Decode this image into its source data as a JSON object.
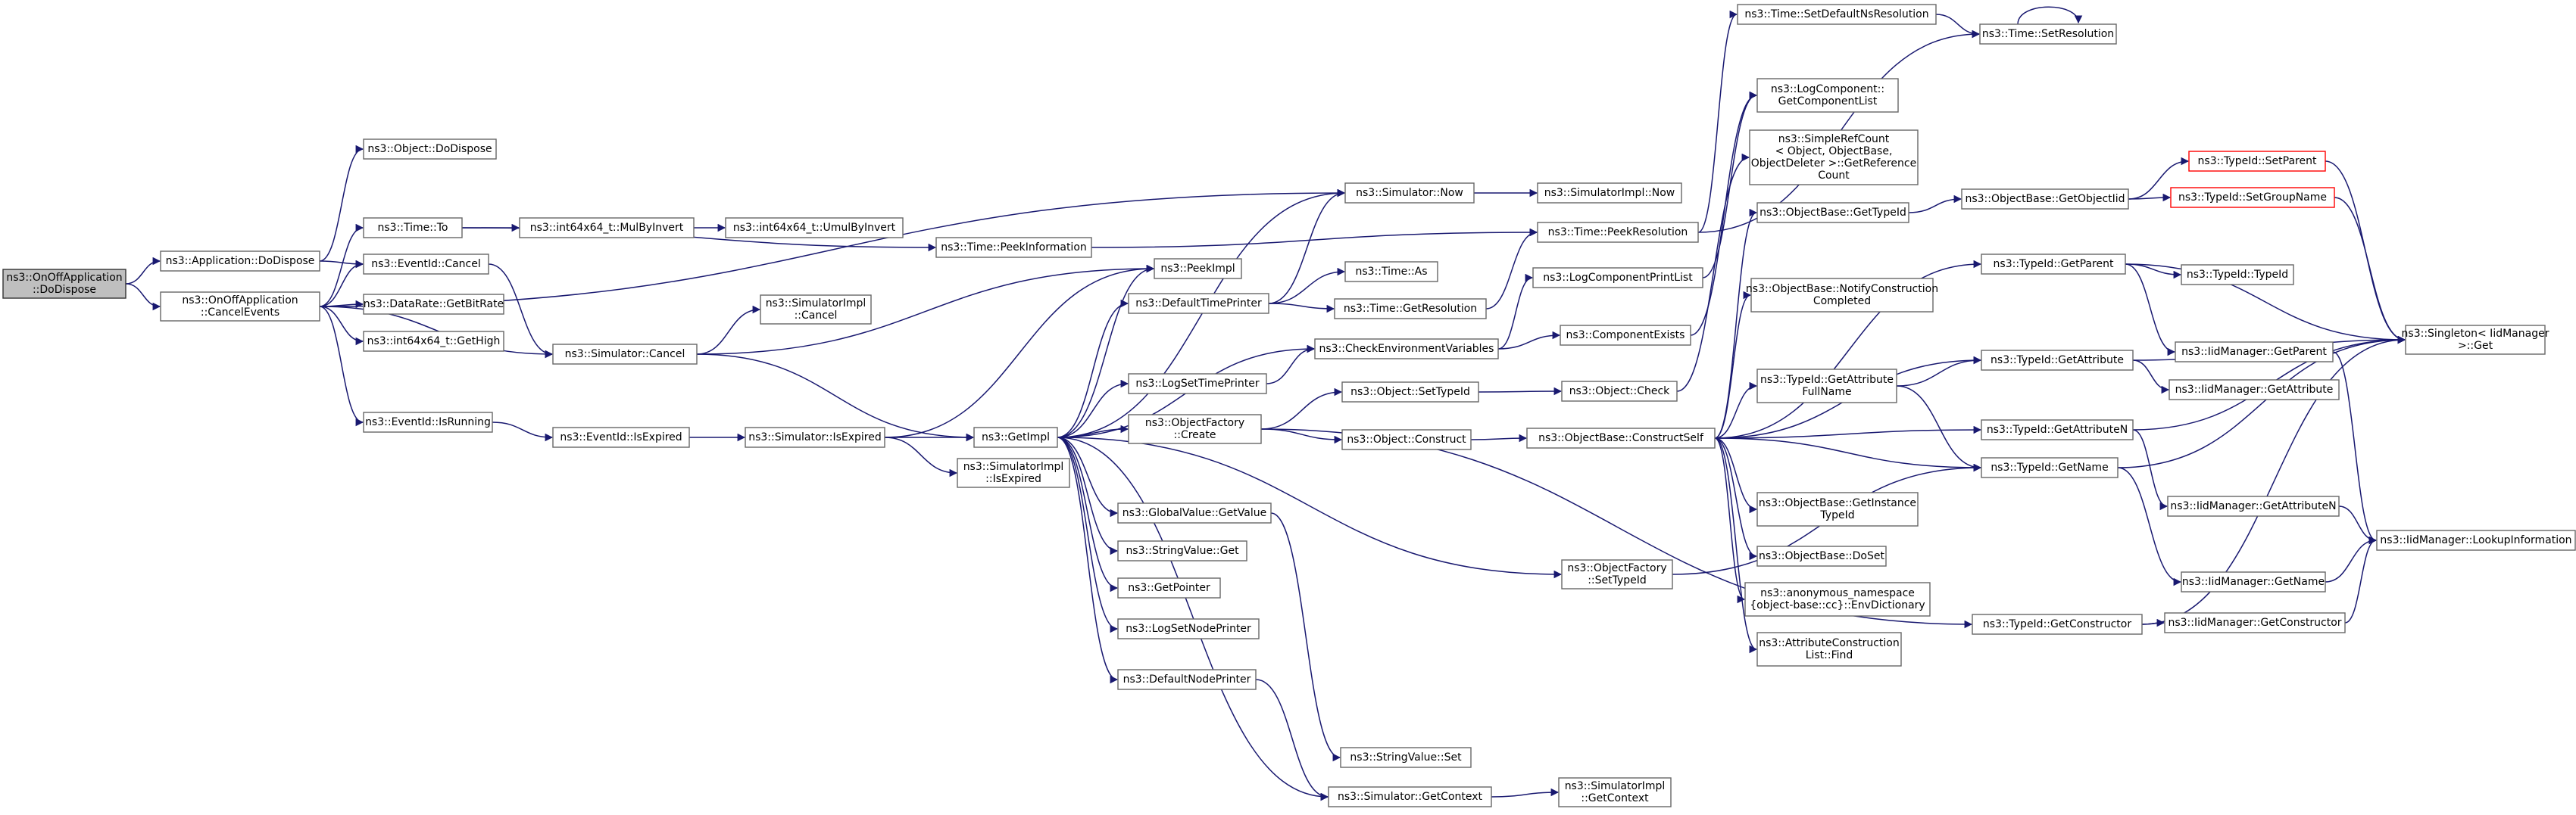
{
  "nodes": [
    {
      "id": "root",
      "lines": [
        "ns3::OnOffApplication",
        "::DoDispose"
      ],
      "root": true
    },
    {
      "id": "app_dodispose",
      "lines": [
        "ns3::Application::DoDispose"
      ]
    },
    {
      "id": "onoff_cancel",
      "lines": [
        "ns3::OnOffApplication",
        "::CancelEvents"
      ]
    },
    {
      "id": "obj_dodispose",
      "lines": [
        "ns3::Object::DoDispose"
      ]
    },
    {
      "id": "time_to",
      "lines": [
        "ns3::Time::To"
      ]
    },
    {
      "id": "eventid_cancel",
      "lines": [
        "ns3::EventId::Cancel"
      ]
    },
    {
      "id": "datarate",
      "lines": [
        "ns3::DataRate::GetBitRate"
      ]
    },
    {
      "id": "int64_gethigh",
      "lines": [
        "ns3::int64x64_t::GetHigh"
      ]
    },
    {
      "id": "eventid_isrunning",
      "lines": [
        "ns3::EventId::IsRunning"
      ]
    },
    {
      "id": "mulbyinvert",
      "lines": [
        "ns3::int64x64_t::MulByInvert"
      ]
    },
    {
      "id": "umulbyinvert",
      "lines": [
        "ns3::int64x64_t::UmulByInvert"
      ]
    },
    {
      "id": "peekinfo",
      "lines": [
        "ns3::Time::PeekInformation"
      ]
    },
    {
      "id": "sim_cancel",
      "lines": [
        "ns3::Simulator::Cancel"
      ]
    },
    {
      "id": "simimpl_cancel",
      "lines": [
        "ns3::SimulatorImpl",
        "::Cancel"
      ]
    },
    {
      "id": "eventid_isexpired",
      "lines": [
        "ns3::EventId::IsExpired"
      ]
    },
    {
      "id": "sim_isexpired",
      "lines": [
        "ns3::Simulator::IsExpired"
      ]
    },
    {
      "id": "simimpl_isexpired",
      "lines": [
        "ns3::SimulatorImpl",
        "::IsExpired"
      ]
    },
    {
      "id": "peekimpl",
      "lines": [
        "ns3::PeekImpl"
      ]
    },
    {
      "id": "getimpl",
      "lines": [
        "ns3::GetImpl"
      ]
    },
    {
      "id": "defaulttimeprinter",
      "lines": [
        "ns3::DefaultTimePrinter"
      ]
    },
    {
      "id": "logsettimeprinter",
      "lines": [
        "ns3::LogSetTimePrinter"
      ]
    },
    {
      "id": "objfactory_create",
      "lines": [
        "ns3::ObjectFactory",
        "::Create"
      ]
    },
    {
      "id": "globalvalue",
      "lines": [
        "ns3::GlobalValue::GetValue"
      ]
    },
    {
      "id": "stringvalue_get",
      "lines": [
        "ns3::StringValue::Get"
      ]
    },
    {
      "id": "getpointer",
      "lines": [
        "ns3::GetPointer"
      ]
    },
    {
      "id": "logsetnodeprinter",
      "lines": [
        "ns3::LogSetNodePrinter"
      ]
    },
    {
      "id": "defaultnodeprinter",
      "lines": [
        "ns3::DefaultNodePrinter"
      ]
    },
    {
      "id": "stringvalue_set",
      "lines": [
        "ns3::StringValue::Set"
      ]
    },
    {
      "id": "sim_getcontext",
      "lines": [
        "ns3::Simulator::GetContext"
      ]
    },
    {
      "id": "simimpl_getcontext",
      "lines": [
        "ns3::SimulatorImpl",
        "::GetContext"
      ]
    },
    {
      "id": "sim_now",
      "lines": [
        "ns3::Simulator::Now"
      ]
    },
    {
      "id": "simimpl_now",
      "lines": [
        "ns3::SimulatorImpl::Now"
      ]
    },
    {
      "id": "time_as",
      "lines": [
        "ns3::Time::As"
      ]
    },
    {
      "id": "time_getres",
      "lines": [
        "ns3::Time::GetResolution"
      ]
    },
    {
      "id": "checkenv",
      "lines": [
        "ns3::CheckEnvironmentVariables"
      ]
    },
    {
      "id": "obj_settypeid",
      "lines": [
        "ns3::Object::SetTypeId"
      ]
    },
    {
      "id": "obj_construct",
      "lines": [
        "ns3::Object::Construct"
      ]
    },
    {
      "id": "objfactory_settypeid",
      "lines": [
        "ns3::ObjectFactory",
        "::SetTypeId"
      ]
    },
    {
      "id": "time_peekres",
      "lines": [
        "ns3::Time::PeekResolution"
      ]
    },
    {
      "id": "logcompprintlist",
      "lines": [
        "ns3::LogComponentPrintList"
      ]
    },
    {
      "id": "compexists",
      "lines": [
        "ns3::ComponentExists"
      ]
    },
    {
      "id": "obj_check",
      "lines": [
        "ns3::Object::Check"
      ]
    },
    {
      "id": "constructself",
      "lines": [
        "ns3::ObjectBase::ConstructSelf"
      ]
    },
    {
      "id": "setdefaultns",
      "lines": [
        "ns3::Time::SetDefaultNsResolution"
      ]
    },
    {
      "id": "setresolution",
      "lines": [
        "ns3::Time::SetResolution"
      ]
    },
    {
      "id": "logcomp_getlist",
      "lines": [
        "ns3::LogComponent::",
        "GetComponentList"
      ]
    },
    {
      "id": "simplerefcount",
      "lines": [
        "ns3::SimpleRefCount",
        "< Object, ObjectBase,",
        "ObjectDeleter >::GetReference",
        "Count"
      ]
    },
    {
      "id": "ob_gettypeid",
      "lines": [
        "ns3::ObjectBase::GetTypeId"
      ]
    },
    {
      "id": "ob_notify",
      "lines": [
        "ns3::ObjectBase::NotifyConstruction",
        "Completed"
      ]
    },
    {
      "id": "typeid_getattrfullname",
      "lines": [
        "ns3::TypeId::GetAttribute",
        "FullName"
      ]
    },
    {
      "id": "ob_getinstance",
      "lines": [
        "ns3::ObjectBase::GetInstance",
        "TypeId"
      ]
    },
    {
      "id": "ob_doset",
      "lines": [
        "ns3::ObjectBase::DoSet"
      ]
    },
    {
      "id": "anon_envdict",
      "lines": [
        "ns3::anonymous_namespace",
        "{object-base::cc}::EnvDictionary"
      ]
    },
    {
      "id": "attrconstr_find",
      "lines": [
        "ns3::AttributeConstruction",
        "List::Find"
      ]
    },
    {
      "id": "ob_getobjectiid",
      "lines": [
        "ns3::ObjectBase::GetObjectIid"
      ]
    },
    {
      "id": "typeid_getparent",
      "lines": [
        "ns3::TypeId::GetParent"
      ]
    },
    {
      "id": "typeid_typeid",
      "lines": [
        "ns3::TypeId::TypeId"
      ]
    },
    {
      "id": "typeid_getattribute",
      "lines": [
        "ns3::TypeId::GetAttribute"
      ]
    },
    {
      "id": "typeid_getattributen",
      "lines": [
        "ns3::TypeId::GetAttributeN"
      ]
    },
    {
      "id": "typeid_getname",
      "lines": [
        "ns3::TypeId::GetName"
      ]
    },
    {
      "id": "typeid_getconstructor",
      "lines": [
        "ns3::TypeId::GetConstructor"
      ]
    },
    {
      "id": "typeid_setparent",
      "lines": [
        "ns3::TypeId::SetParent"
      ],
      "red": true
    },
    {
      "id": "typeid_setgroupname",
      "lines": [
        "ns3::TypeId::SetGroupName"
      ],
      "red": true
    },
    {
      "id": "iid_getparent",
      "lines": [
        "ns3::IidManager::GetParent"
      ]
    },
    {
      "id": "iid_getattribute",
      "lines": [
        "ns3::IidManager::GetAttribute"
      ]
    },
    {
      "id": "iid_getattributen",
      "lines": [
        "ns3::IidManager::GetAttributeN"
      ]
    },
    {
      "id": "iid_getname",
      "lines": [
        "ns3::IidManager::GetName"
      ]
    },
    {
      "id": "iid_getconstructor",
      "lines": [
        "ns3::IidManager::GetConstructor"
      ]
    },
    {
      "id": "singleton_get",
      "lines": [
        "ns3::Singleton< IidManager",
        ">::Get"
      ]
    },
    {
      "id": "iid_lookup",
      "lines": [
        "ns3::IidManager::LookupInformation"
      ]
    }
  ],
  "edges": [
    [
      "root",
      "app_dodispose"
    ],
    [
      "root",
      "onoff_cancel"
    ],
    [
      "app_dodispose",
      "obj_dodispose"
    ],
    [
      "app_dodispose",
      "eventid_cancel"
    ],
    [
      "onoff_cancel",
      "sim_now"
    ],
    [
      "onoff_cancel",
      "time_to"
    ],
    [
      "onoff_cancel",
      "eventid_cancel"
    ],
    [
      "onoff_cancel",
      "datarate"
    ],
    [
      "onoff_cancel",
      "int64_gethigh"
    ],
    [
      "onoff_cancel",
      "eventid_isrunning"
    ],
    [
      "onoff_cancel",
      "sim_cancel"
    ],
    [
      "time_to",
      "mulbyinvert"
    ],
    [
      "time_to",
      "peekinfo"
    ],
    [
      "mulbyinvert",
      "umulbyinvert"
    ],
    [
      "peekinfo",
      "time_peekres"
    ],
    [
      "eventid_cancel",
      "sim_cancel"
    ],
    [
      "sim_cancel",
      "simimpl_cancel"
    ],
    [
      "sim_cancel",
      "peekimpl"
    ],
    [
      "sim_cancel",
      "getimpl"
    ],
    [
      "eventid_isrunning",
      "eventid_isexpired"
    ],
    [
      "eventid_isexpired",
      "sim_isexpired"
    ],
    [
      "sim_isexpired",
      "simimpl_isexpired"
    ],
    [
      "sim_isexpired",
      "peekimpl"
    ],
    [
      "sim_isexpired",
      "getimpl"
    ],
    [
      "getimpl",
      "peekimpl"
    ],
    [
      "getimpl",
      "sim_now"
    ],
    [
      "getimpl",
      "defaulttimeprinter"
    ],
    [
      "getimpl",
      "logsettimeprinter"
    ],
    [
      "getimpl",
      "objfactory_create"
    ],
    [
      "getimpl",
      "globalvalue"
    ],
    [
      "getimpl",
      "stringvalue_get"
    ],
    [
      "getimpl",
      "getpointer"
    ],
    [
      "getimpl",
      "logsetnodeprinter"
    ],
    [
      "getimpl",
      "defaultnodeprinter"
    ],
    [
      "getimpl",
      "sim_getcontext"
    ],
    [
      "getimpl",
      "objfactory_settypeid"
    ],
    [
      "getimpl",
      "checkenv"
    ],
    [
      "defaulttimeprinter",
      "sim_now"
    ],
    [
      "defaulttimeprinter",
      "time_as"
    ],
    [
      "defaulttimeprinter",
      "time_getres"
    ],
    [
      "logsettimeprinter",
      "checkenv"
    ],
    [
      "objfactory_create",
      "obj_settypeid"
    ],
    [
      "objfactory_create",
      "obj_construct"
    ],
    [
      "objfactory_create",
      "typeid_getconstructor"
    ],
    [
      "globalvalue",
      "stringvalue_set"
    ],
    [
      "defaultnodeprinter",
      "sim_getcontext"
    ],
    [
      "sim_getcontext",
      "simimpl_getcontext"
    ],
    [
      "sim_now",
      "simimpl_now"
    ],
    [
      "time_getres",
      "time_peekres"
    ],
    [
      "checkenv",
      "logcompprintlist"
    ],
    [
      "checkenv",
      "compexists"
    ],
    [
      "obj_settypeid",
      "obj_check"
    ],
    [
      "obj_construct",
      "constructself"
    ],
    [
      "objfactory_settypeid",
      "typeid_getname"
    ],
    [
      "time_peekres",
      "setdefaultns"
    ],
    [
      "time_peekres",
      "setresolution"
    ],
    [
      "logcompprintlist",
      "logcomp_getlist"
    ],
    [
      "compexists",
      "logcomp_getlist"
    ],
    [
      "obj_check",
      "simplerefcount"
    ],
    [
      "setdefaultns",
      "setresolution"
    ],
    [
      "setresolution",
      "setresolution"
    ],
    [
      "constructself",
      "ob_gettypeid"
    ],
    [
      "constructself",
      "ob_notify"
    ],
    [
      "constructself",
      "typeid_getattrfullname"
    ],
    [
      "constructself",
      "ob_getinstance"
    ],
    [
      "constructself",
      "ob_doset"
    ],
    [
      "constructself",
      "anon_envdict"
    ],
    [
      "constructself",
      "attrconstr_find"
    ],
    [
      "constructself",
      "typeid_getparent"
    ],
    [
      "constructself",
      "typeid_getattribute"
    ],
    [
      "constructself",
      "typeid_getattributen"
    ],
    [
      "constructself",
      "typeid_getname"
    ],
    [
      "ob_gettypeid",
      "ob_getobjectiid"
    ],
    [
      "ob_getobjectiid",
      "typeid_setparent"
    ],
    [
      "ob_getobjectiid",
      "typeid_setgroupname"
    ],
    [
      "typeid_setparent",
      "singleton_get"
    ],
    [
      "typeid_setgroupname",
      "singleton_get"
    ],
    [
      "typeid_getattrfullname",
      "typeid_getattribute"
    ],
    [
      "typeid_getattrfullname",
      "typeid_getname"
    ],
    [
      "typeid_getparent",
      "typeid_typeid"
    ],
    [
      "typeid_getparent",
      "iid_getparent"
    ],
    [
      "typeid_getparent",
      "singleton_get"
    ],
    [
      "typeid_getattribute",
      "iid_getattribute"
    ],
    [
      "typeid_getattribute",
      "singleton_get"
    ],
    [
      "typeid_getattributen",
      "iid_getattributen"
    ],
    [
      "typeid_getattributen",
      "singleton_get"
    ],
    [
      "typeid_getname",
      "iid_getname"
    ],
    [
      "typeid_getname",
      "singleton_get"
    ],
    [
      "typeid_getconstructor",
      "iid_getconstructor"
    ],
    [
      "typeid_getconstructor",
      "singleton_get"
    ],
    [
      "iid_getparent",
      "iid_lookup"
    ],
    [
      "iid_getattributen",
      "iid_lookup"
    ],
    [
      "iid_getname",
      "iid_lookup"
    ],
    [
      "iid_getconstructor",
      "iid_lookup"
    ]
  ],
  "colors": {
    "edge": "#191970",
    "node_border": "#666666",
    "root_fill": "#bfbfbf",
    "red_border": "#ff0000"
  }
}
